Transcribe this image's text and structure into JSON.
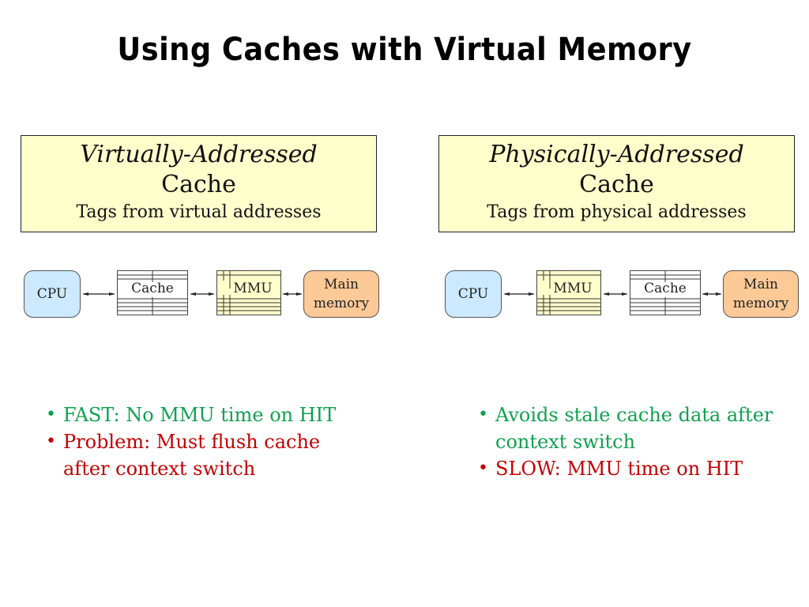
{
  "slide": {
    "title": "Using Caches with Virtual Memory"
  },
  "left": {
    "header": {
      "line1": "Virtually-Addressed",
      "line2": "Cache",
      "line3": "Tags from virtual addresses"
    },
    "diagram": {
      "nodes": [
        "CPU",
        "Cache",
        "MMU",
        "Main memory"
      ],
      "node1": "CPU",
      "node2": "Cache",
      "node3": "MMU",
      "node4_line1": "Main",
      "node4_line2": "memory"
    },
    "bullets": [
      {
        "text": "FAST: No MMU time on HIT",
        "tone": "positive"
      },
      {
        "text": "Problem: Must flush cache after context switch",
        "tone": "negative"
      }
    ]
  },
  "right": {
    "header": {
      "line1": "Physically-Addressed",
      "line2": "Cache",
      "line3": "Tags from physical addresses"
    },
    "diagram": {
      "nodes": [
        "CPU",
        "MMU",
        "Cache",
        "Main memory"
      ],
      "node1": "CPU",
      "node2": "MMU",
      "node3": "Cache",
      "node4_line1": "Main",
      "node4_line2": "memory"
    },
    "bullets": [
      {
        "text": "Avoids stale cache data after context switch",
        "tone": "positive"
      },
      {
        "text": "SLOW: MMU time on HIT",
        "tone": "negative"
      }
    ]
  },
  "colors": {
    "header_bg": "#ffffcc",
    "cpu_fill": "#cce9ff",
    "memory_fill": "#fdc997",
    "mmu_fill": "#ffffcc",
    "positive": "#10a050",
    "negative": "#c00000"
  }
}
